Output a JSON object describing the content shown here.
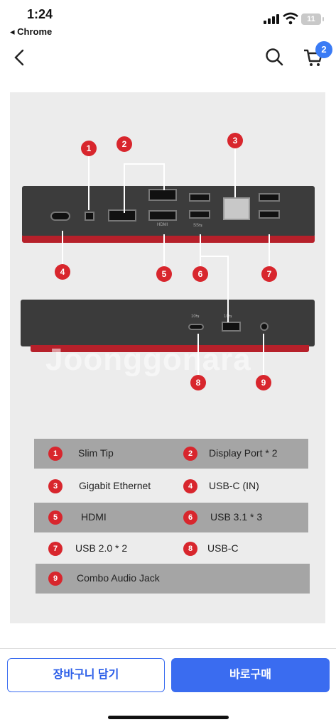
{
  "status_bar": {
    "time": "1:24",
    "back_app": "◂ Chrome",
    "battery": "11"
  },
  "nav": {
    "cart_count": "2"
  },
  "image": {
    "watermark": "Joonggonara",
    "callouts": [
      "1",
      "2",
      "3",
      "4",
      "5",
      "6",
      "7",
      "8",
      "9"
    ],
    "port_labels": {
      "hdmi": "HDMI",
      "usb_ss": "SS⇆",
      "usb_c_10": "10⇆",
      "usb_a_10": "10⇆"
    }
  },
  "legend": [
    {
      "num": "1",
      "text": "Slim Tip"
    },
    {
      "num": "2",
      "text": "Display Port * 2"
    },
    {
      "num": "3",
      "text": "Gigabit Ethernet"
    },
    {
      "num": "4",
      "text": "USB-C (IN)"
    },
    {
      "num": "5",
      "text": "HDMI"
    },
    {
      "num": "6",
      "text": "USB 3.1 * 3"
    },
    {
      "num": "7",
      "text": "USB 2.0 * 2"
    },
    {
      "num": "8",
      "text": "USB-C"
    },
    {
      "num": "9",
      "text": "Combo Audio Jack"
    }
  ],
  "actions": {
    "add_to_cart": "장바구니 담기",
    "buy_now": "바로구매"
  },
  "colors": {
    "accent": "#3a6cf0",
    "callout": "#d8262d",
    "legend_shade": "#a5a5a5"
  }
}
